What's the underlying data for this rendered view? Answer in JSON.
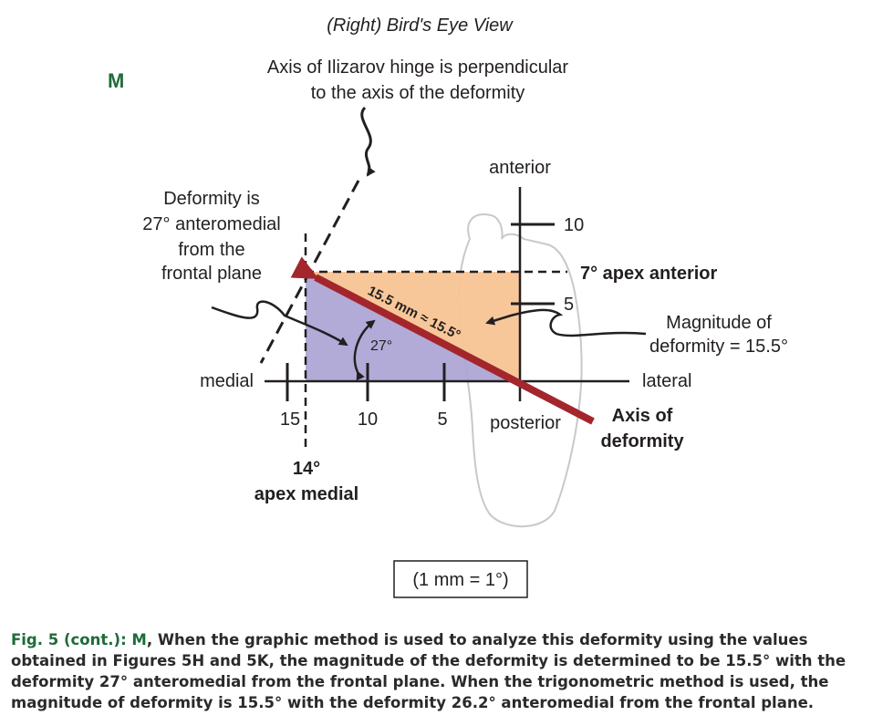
{
  "figure": {
    "view_title": "(Right) Bird's Eye View",
    "panel_letter": "M",
    "hinge_note_line1": "Axis of  Ilizarov hinge is perpendicular",
    "hinge_note_line2": "to the axis of the deformity",
    "deformity_angle_note": [
      "Deformity is",
      "27° anteromedial",
      "from the",
      "frontal plane"
    ],
    "directions": {
      "anterior": "anterior",
      "posterior": "posterior",
      "medial": "medial",
      "lateral": "lateral"
    },
    "horizontal_ticks": [
      "15",
      "10",
      "5"
    ],
    "vertical_ticks": [
      "10",
      "5"
    ],
    "apex_anterior": "7° apex anterior",
    "apex_medial": [
      "14°",
      "apex medial"
    ],
    "angle_label": "27°",
    "vector_label": "15.5 mm ≈ 15.5°",
    "magnitude_note": [
      "Magnitude of",
      "deformity = 15.5°"
    ],
    "axis_of_deformity": [
      "Axis of",
      "deformity"
    ],
    "scale_note": "(1 mm = 1°)",
    "colors": {
      "medial_region": "#aea6d6",
      "anterior_region": "#f8c493",
      "deformity_arrow": "#a3262c",
      "caption_label": "#1f6b3a"
    }
  },
  "caption": {
    "label": "Fig. 5 (cont.): M",
    "text": ", When the graphic method is used to analyze this deformity using the values obtained in Figures 5H and 5K, the magnitude of the deformity is determined to be 15.5° with the deformity 27° anteromedial from the frontal plane. When the trigonometric method is used, the magnitude of deformity is 15.5° with the deformity 26.2° anteromedial from the frontal plane."
  }
}
